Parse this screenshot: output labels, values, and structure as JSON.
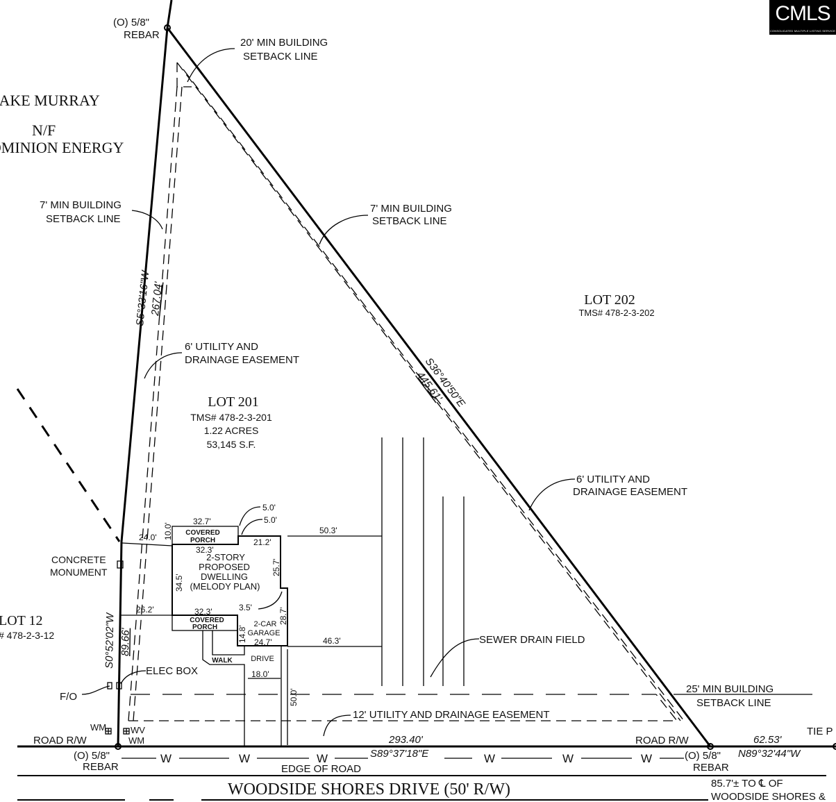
{
  "logo": {
    "text": "CMLS",
    "subtitle": "CONSOLIDATED MULTIPLE LISTING SERVICE"
  },
  "parcels": {
    "lake": {
      "line1": "LAKE MURRAY",
      "line2": "N/F",
      "line3": "DOMINION ENERGY"
    },
    "lot201": {
      "title": "LOT 201",
      "tms": "TMS# 478-2-3-201",
      "acres": "1.22 ACRES",
      "sqft": "53,145 S.F."
    },
    "lot202": {
      "title": "LOT 202",
      "tms": "TMS# 478-2-3-202"
    },
    "lot12": {
      "title": "LOT 12",
      "tms": "# 478-2-3-12"
    }
  },
  "monuments": {
    "top_rebar": {
      "line1": "(O) 5/8\"",
      "line2": "REBAR"
    },
    "bottom_left_rebar": {
      "line1": "(O) 5/8\"",
      "line2": "REBAR"
    },
    "bottom_right_rebar": {
      "line1": "(O) 5/8\"",
      "line2": "REBAR"
    },
    "concrete": {
      "line1": "CONCRETE",
      "line2": "MONUMENT"
    },
    "tie_point": "TIE P"
  },
  "boundaries": {
    "west_upper": {
      "bearing": "S5°33'16\"W",
      "distance": "267.04'"
    },
    "west_lower": {
      "bearing": "S0°52'02\"W",
      "distance": "89.66'"
    },
    "east": {
      "bearing": "S36°40'50\"E",
      "distance": "445.61'"
    },
    "south": {
      "bearing": "S89°37'18\"E",
      "distance": "293.40'"
    },
    "tie": {
      "bearing": "N89°32'44\"W",
      "distance": "62.53'"
    }
  },
  "setbacks": {
    "top": {
      "line1": "20' MIN BUILDING",
      "line2": "SETBACK LINE"
    },
    "west": {
      "line1": "7' MIN BUILDING",
      "line2": "SETBACK LINE"
    },
    "east": {
      "line1": "7' MIN BUILDING",
      "line2": "SETBACK LINE"
    },
    "road": {
      "line1": "25' MIN BUILDING",
      "line2": "SETBACK LINE"
    }
  },
  "easements": {
    "west": {
      "line1": "6' UTILITY AND",
      "line2": "DRAINAGE EASEMENT"
    },
    "east": {
      "line1": "6' UTILITY AND",
      "line2": "DRAINAGE EASEMENT"
    },
    "south": "12' UTILITY AND DRAINAGE EASEMENT"
  },
  "dwelling": {
    "line1": "2-STORY",
    "line2": "PROPOSED",
    "line3": "DWELLING",
    "line4": "(MELODY PLAN)",
    "front_porch": {
      "line1": "COVERED",
      "line2": "PORCH"
    },
    "rear_porch": {
      "line1": "COVERED",
      "line2": "PORCH"
    },
    "garage": {
      "line1": "2-CAR",
      "line2": "GARAGE"
    },
    "walk": "WALK",
    "drive": "DRIVE",
    "dims": {
      "porch_top": "32.7'",
      "porch_depth": "10.0'",
      "house_top": "32.3'",
      "top_right": "21.2'",
      "offset_a": "5.0'",
      "offset_b": "5.0'",
      "side_left": "34.5'",
      "side_right": "25.7'",
      "jog": "3.5'",
      "house_bottom": "32.3'",
      "garage_side": "28.7'",
      "garage_depth": "14.8'",
      "garage_width": "24.7'",
      "drive_width": "18.0'",
      "to_west_top": "24.0'",
      "to_west_bottom": "26.2'",
      "to_field_top": "50.3'",
      "to_field_bottom": "46.3'",
      "to_road": "50.0'"
    }
  },
  "utilities": {
    "sewer": "SEWER DRAIN FIELD",
    "elec_box": "ELEC BOX",
    "fo": "F/O",
    "wm_left": "WM",
    "wv": "WV",
    "wm_right": "WM",
    "water_symbol": "W"
  },
  "road": {
    "rw_left": "ROAD R/W",
    "rw_right": "ROAD R/W",
    "edge": "EDGE OF ROAD",
    "name": "WOODSIDE SHORES DRIVE (50' R/W)",
    "centerline_note_1": "85.7'± TO ℄ OF",
    "centerline_note_2": "WOODSIDE SHORES &"
  }
}
